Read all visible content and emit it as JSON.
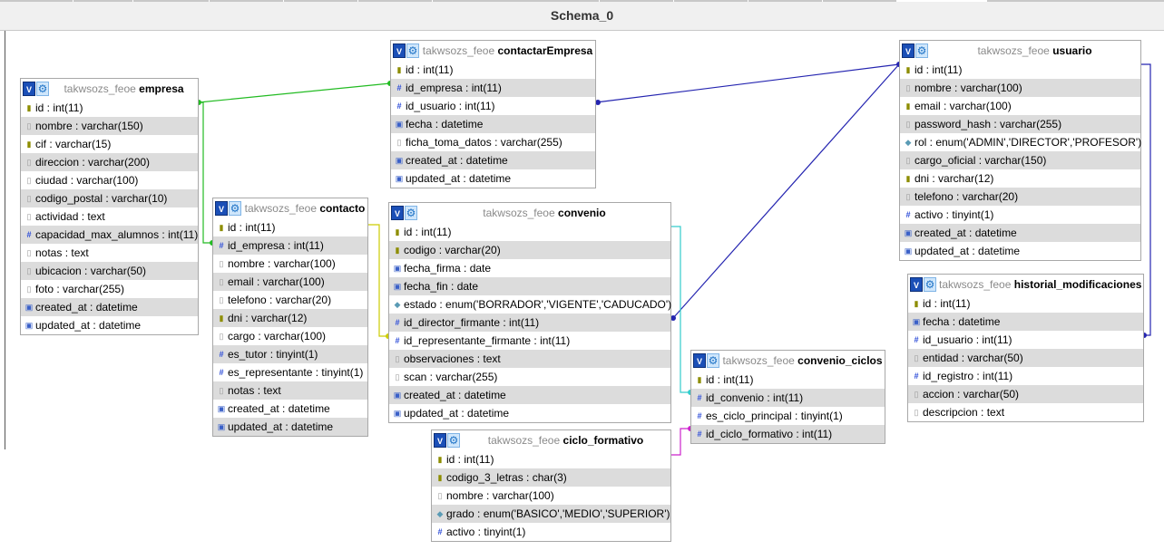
{
  "schema_title": "Schema_0",
  "tables": {
    "empresa": {
      "schema": "takwsozs_feoe",
      "name": "empresa",
      "rows": [
        {
          "icon": "key",
          "text": "id : int(11)"
        },
        {
          "icon": "text",
          "text": "nombre : varchar(150)"
        },
        {
          "icon": "key",
          "text": "cif : varchar(15)"
        },
        {
          "icon": "text",
          "text": "direccion : varchar(200)"
        },
        {
          "icon": "text",
          "text": "ciudad : varchar(100)"
        },
        {
          "icon": "text",
          "text": "codigo_postal : varchar(10)"
        },
        {
          "icon": "text",
          "text": "actividad : text"
        },
        {
          "icon": "num",
          "text": "capacidad_max_alumnos : int(11)"
        },
        {
          "icon": "text",
          "text": "notas : text"
        },
        {
          "icon": "text",
          "text": "ubicacion : varchar(50)"
        },
        {
          "icon": "text",
          "text": "foto : varchar(255)"
        },
        {
          "icon": "date",
          "text": "created_at : datetime"
        },
        {
          "icon": "date",
          "text": "updated_at : datetime"
        }
      ]
    },
    "contactarEmpresa": {
      "schema": "takwsozs_feoe",
      "name": "contactarEmpresa",
      "rows": [
        {
          "icon": "key",
          "text": "id : int(11)"
        },
        {
          "icon": "num",
          "text": "id_empresa : int(11)"
        },
        {
          "icon": "num",
          "text": "id_usuario : int(11)"
        },
        {
          "icon": "date",
          "text": "fecha : datetime"
        },
        {
          "icon": "text",
          "text": "ficha_toma_datos : varchar(255)"
        },
        {
          "icon": "date",
          "text": "created_at : datetime"
        },
        {
          "icon": "date",
          "text": "updated_at : datetime"
        }
      ]
    },
    "usuario": {
      "schema": "takwsozs_feoe",
      "name": "usuario",
      "rows": [
        {
          "icon": "key",
          "text": "id : int(11)"
        },
        {
          "icon": "text",
          "text": "nombre : varchar(100)"
        },
        {
          "icon": "key",
          "text": "email : varchar(100)"
        },
        {
          "icon": "text",
          "text": "password_hash : varchar(255)"
        },
        {
          "icon": "enum",
          "text": "rol : enum('ADMIN','DIRECTOR','PROFESOR')"
        },
        {
          "icon": "text",
          "text": "cargo_oficial : varchar(150)"
        },
        {
          "icon": "key",
          "text": "dni : varchar(12)"
        },
        {
          "icon": "text",
          "text": "telefono : varchar(20)"
        },
        {
          "icon": "num",
          "text": "activo : tinyint(1)"
        },
        {
          "icon": "date",
          "text": "created_at : datetime"
        },
        {
          "icon": "date",
          "text": "updated_at : datetime"
        }
      ]
    },
    "contacto": {
      "schema": "takwsozs_feoe",
      "name": "contacto",
      "rows": [
        {
          "icon": "key",
          "text": "id : int(11)"
        },
        {
          "icon": "num",
          "text": "id_empresa : int(11)"
        },
        {
          "icon": "text",
          "text": "nombre : varchar(100)"
        },
        {
          "icon": "text",
          "text": "email : varchar(100)"
        },
        {
          "icon": "text",
          "text": "telefono : varchar(20)"
        },
        {
          "icon": "key",
          "text": "dni : varchar(12)"
        },
        {
          "icon": "text",
          "text": "cargo : varchar(100)"
        },
        {
          "icon": "num",
          "text": "es_tutor : tinyint(1)"
        },
        {
          "icon": "num",
          "text": "es_representante : tinyint(1)"
        },
        {
          "icon": "text",
          "text": "notas : text"
        },
        {
          "icon": "date",
          "text": "created_at : datetime"
        },
        {
          "icon": "date",
          "text": "updated_at : datetime"
        }
      ]
    },
    "convenio": {
      "schema": "takwsozs_feoe",
      "name": "convenio",
      "rows": [
        {
          "icon": "key",
          "text": "id : int(11)"
        },
        {
          "icon": "key",
          "text": "codigo : varchar(20)"
        },
        {
          "icon": "date",
          "text": "fecha_firma : date"
        },
        {
          "icon": "date",
          "text": "fecha_fin : date"
        },
        {
          "icon": "enum",
          "text": "estado : enum('BORRADOR','VIGENTE','CADUCADO')"
        },
        {
          "icon": "num",
          "text": "id_director_firmante : int(11)"
        },
        {
          "icon": "num",
          "text": "id_representante_firmante : int(11)"
        },
        {
          "icon": "text",
          "text": "observaciones : text"
        },
        {
          "icon": "text",
          "text": "scan : varchar(255)"
        },
        {
          "icon": "date",
          "text": "created_at : datetime"
        },
        {
          "icon": "date",
          "text": "updated_at : datetime"
        }
      ]
    },
    "historial_modificaciones": {
      "schema": "takwsozs_feoe",
      "name": "historial_modificaciones",
      "rows": [
        {
          "icon": "key",
          "text": "id : int(11)"
        },
        {
          "icon": "date",
          "text": "fecha : datetime"
        },
        {
          "icon": "num",
          "text": "id_usuario : int(11)"
        },
        {
          "icon": "text",
          "text": "entidad : varchar(50)"
        },
        {
          "icon": "num",
          "text": "id_registro : int(11)"
        },
        {
          "icon": "text",
          "text": "accion : varchar(50)"
        },
        {
          "icon": "text",
          "text": "descripcion : text"
        }
      ]
    },
    "convenio_ciclos": {
      "schema": "takwsozs_feoe",
      "name": "convenio_ciclos",
      "rows": [
        {
          "icon": "key",
          "text": "id : int(11)"
        },
        {
          "icon": "num",
          "text": "id_convenio : int(11)"
        },
        {
          "icon": "num",
          "text": "es_ciclo_principal : tinyint(1)"
        },
        {
          "icon": "num",
          "text": "id_ciclo_formativo : int(11)"
        }
      ]
    },
    "ciclo_formativo": {
      "schema": "takwsozs_feoe",
      "name": "ciclo_formativo",
      "rows": [
        {
          "icon": "key",
          "text": "id : int(11)"
        },
        {
          "icon": "key",
          "text": "codigo_3_letras : char(3)"
        },
        {
          "icon": "text",
          "text": "nombre : varchar(100)"
        },
        {
          "icon": "enum",
          "text": "grado : enum('BASICO','MEDIO','SUPERIOR')"
        },
        {
          "icon": "num",
          "text": "activo : tinyint(1)"
        }
      ]
    }
  },
  "relation_colors": {
    "empresa_contactarEmpresa": "#22bb22",
    "empresa_contacto": "#22bb22",
    "usuario_contactarEmpresa": "#2424b0",
    "usuario_convenio": "#2424b0",
    "usuario_historial": "#2424b0",
    "contacto_convenio": "#cccc00",
    "convenio_convenio_ciclos": "#33cccc",
    "ciclo_formativo_convenio_ciclos": "#cc22cc"
  }
}
